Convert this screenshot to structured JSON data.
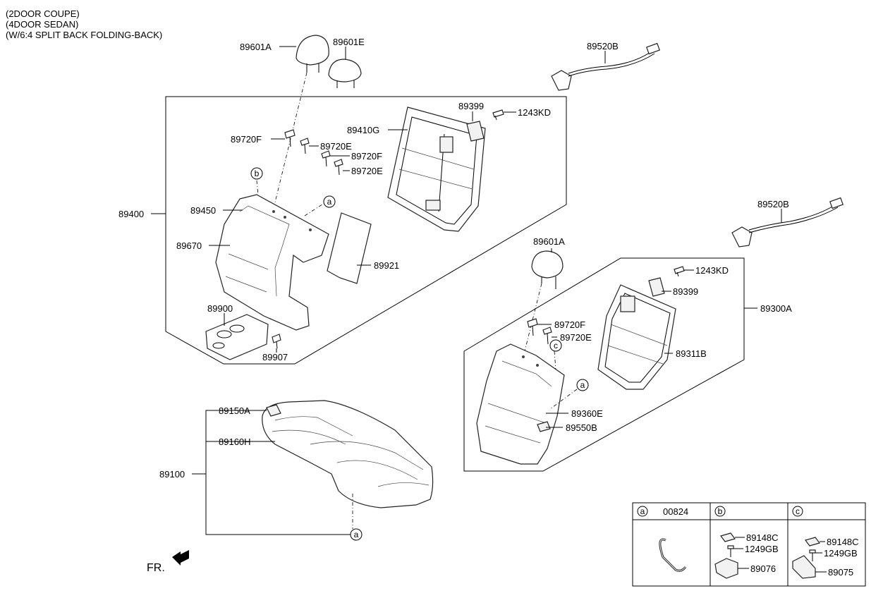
{
  "notes": [
    "(2DOOR COUPE)",
    "(4DOOR SEDAN)",
    "(W/6:4 SPLIT BACK FOLDING-BACK)"
  ],
  "labels": {
    "l89601A_1": "89601A",
    "l89601E": "89601E",
    "l89520B_1": "89520B",
    "l89399_1": "89399",
    "l1243KD_1": "1243KD",
    "l89410G": "89410G",
    "l89720F_1": "89720F",
    "l89720E_1": "89720E",
    "l89720F_2": "89720F",
    "l89720E_2": "89720E",
    "l89400": "89400",
    "l89450": "89450",
    "l89670": "89670",
    "l89921": "89921",
    "l89900": "89900",
    "l89907": "89907",
    "l89520B_2": "89520B",
    "l89601A_2": "89601A",
    "l1243KD_2": "1243KD",
    "l89399_2": "89399",
    "l89300A": "89300A",
    "l89720F_3": "89720F",
    "l89720E_3": "89720E",
    "l89311B": "89311B",
    "l89360E": "89360E",
    "l89550B": "89550B",
    "l89150A": "89150A",
    "l89160H": "89160H",
    "l89100": "89100",
    "fr": "FR."
  },
  "callouts": {
    "a": "a",
    "b": "b",
    "c": "c"
  },
  "legend": {
    "a_code": "00824",
    "b_items": [
      "89148C",
      "1249GB",
      "89076"
    ],
    "c_items": [
      "89148C",
      "1249GB",
      "89075"
    ]
  }
}
